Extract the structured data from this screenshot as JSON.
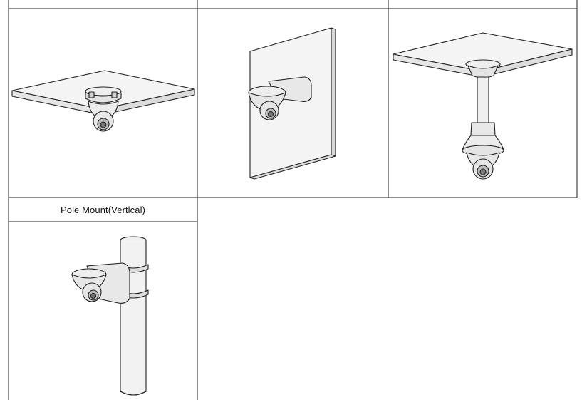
{
  "table": {
    "row2_caption": "Pole Mount(Vertlcal)"
  },
  "figures": {
    "ceiling_mount_icon": "ceiling-mount-illustration",
    "wall_mount_icon": "wall-mount-illustration",
    "pendant_mount_icon": "pendant-mount-illustration",
    "pole_mount_icon": "pole-mount-illustration"
  },
  "colors": {
    "line": "#222222",
    "fill_light": "#f4f4f4",
    "fill_dark": "#d9d9d9"
  }
}
